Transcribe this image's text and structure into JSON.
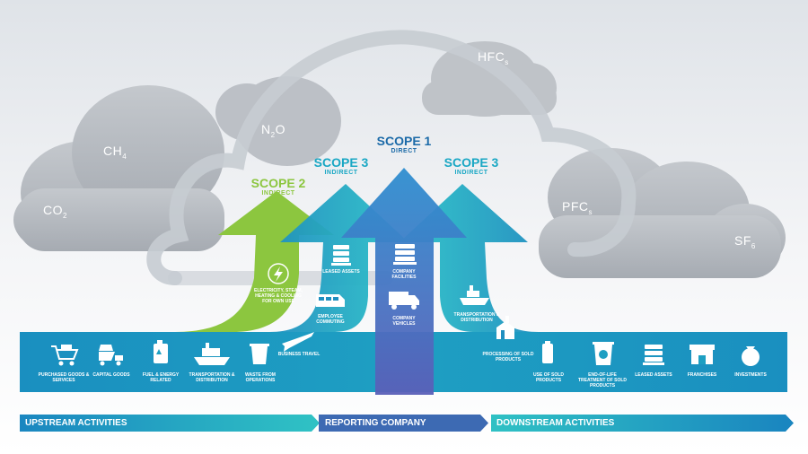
{
  "gases": {
    "co2": {
      "base": "CO",
      "sub": "2"
    },
    "ch4": {
      "base": "CH",
      "sub": "4"
    },
    "n2o": {
      "base": "N",
      "sub": "2",
      "tail": "O"
    },
    "hfcs": {
      "base": "HFC",
      "sub": "s"
    },
    "pfcs": {
      "base": "PFC",
      "sub": "s"
    },
    "sf6": {
      "base": "SF",
      "sub": "6"
    }
  },
  "scopes": {
    "scope1": {
      "title": "SCOPE 1",
      "sub": "DIRECT"
    },
    "scope2": {
      "title": "SCOPE 2",
      "sub": "INDIRECT"
    },
    "scope3_up": {
      "title": "SCOPE 3",
      "sub": "INDIRECT"
    },
    "scope3_down": {
      "title": "SCOPE 3",
      "sub": "INDIRECT"
    }
  },
  "scope2_items": {
    "electricity": "ELECTRICITY, STEAM, HEATING & COOLING FOR OWN USE"
  },
  "upstream_arrow_items": {
    "leased_assets": "LEASED ASSETS",
    "employee_commuting": "EMPLOYEE COMMUTING",
    "business_travel": "BUSINESS TRAVEL"
  },
  "scope1_items": {
    "company_facilities": "COMPANY FACILITIES",
    "company_vehicles": "COMPANY VEHICLES"
  },
  "downstream_arrow_items": {
    "transportation": "TRANSPORTATION & DISTRIBUTION",
    "processing": "PROCESSING OF SOLD PRODUCTS"
  },
  "upstream_band": [
    "PURCHASED GOODS & SERVICES",
    "CAPITAL GOODS",
    "FUEL & ENERGY RELATED",
    "TRANSPORTATION & DISTRIBUTION",
    "WASTE FROM OPERATIONS"
  ],
  "downstream_band": [
    "USE OF SOLD PRODUCTS",
    "END-OF-LIFE TREATMENT OF SOLD PRODUCTS",
    "LEASED ASSETS",
    "FRANCHISES",
    "INVESTMENTS"
  ],
  "bottom": {
    "upstream": "UPSTREAM ACTIVITIES",
    "reporting": "REPORTING COMPANY",
    "downstream": "DOWNSTREAM ACTIVITIES"
  },
  "colors": {
    "scope1": "#3f6fb8",
    "scope2": "#8cc63f",
    "scope3": "#19a7c4",
    "band": "#1e9fc2",
    "cloud": "#b7bcc3",
    "text_dark": "#1b6aa8"
  }
}
